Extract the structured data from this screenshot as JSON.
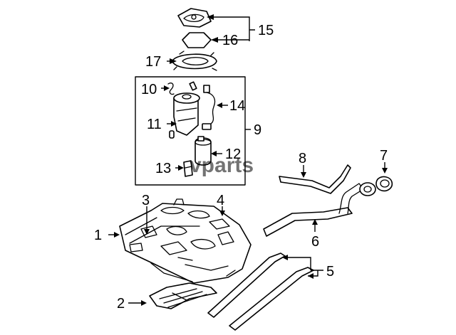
{
  "diagram": {
    "watermark": "vparts",
    "callouts": {
      "c1": "1",
      "c2": "2",
      "c3": "3",
      "c4": "4",
      "c5": "5",
      "c6": "6",
      "c7": "7",
      "c8": "8",
      "c9": "9",
      "c10": "10",
      "c11": "11",
      "c12": "12",
      "c13": "13",
      "c14": "14",
      "c15": "15",
      "c16": "16",
      "c17": "17"
    }
  }
}
